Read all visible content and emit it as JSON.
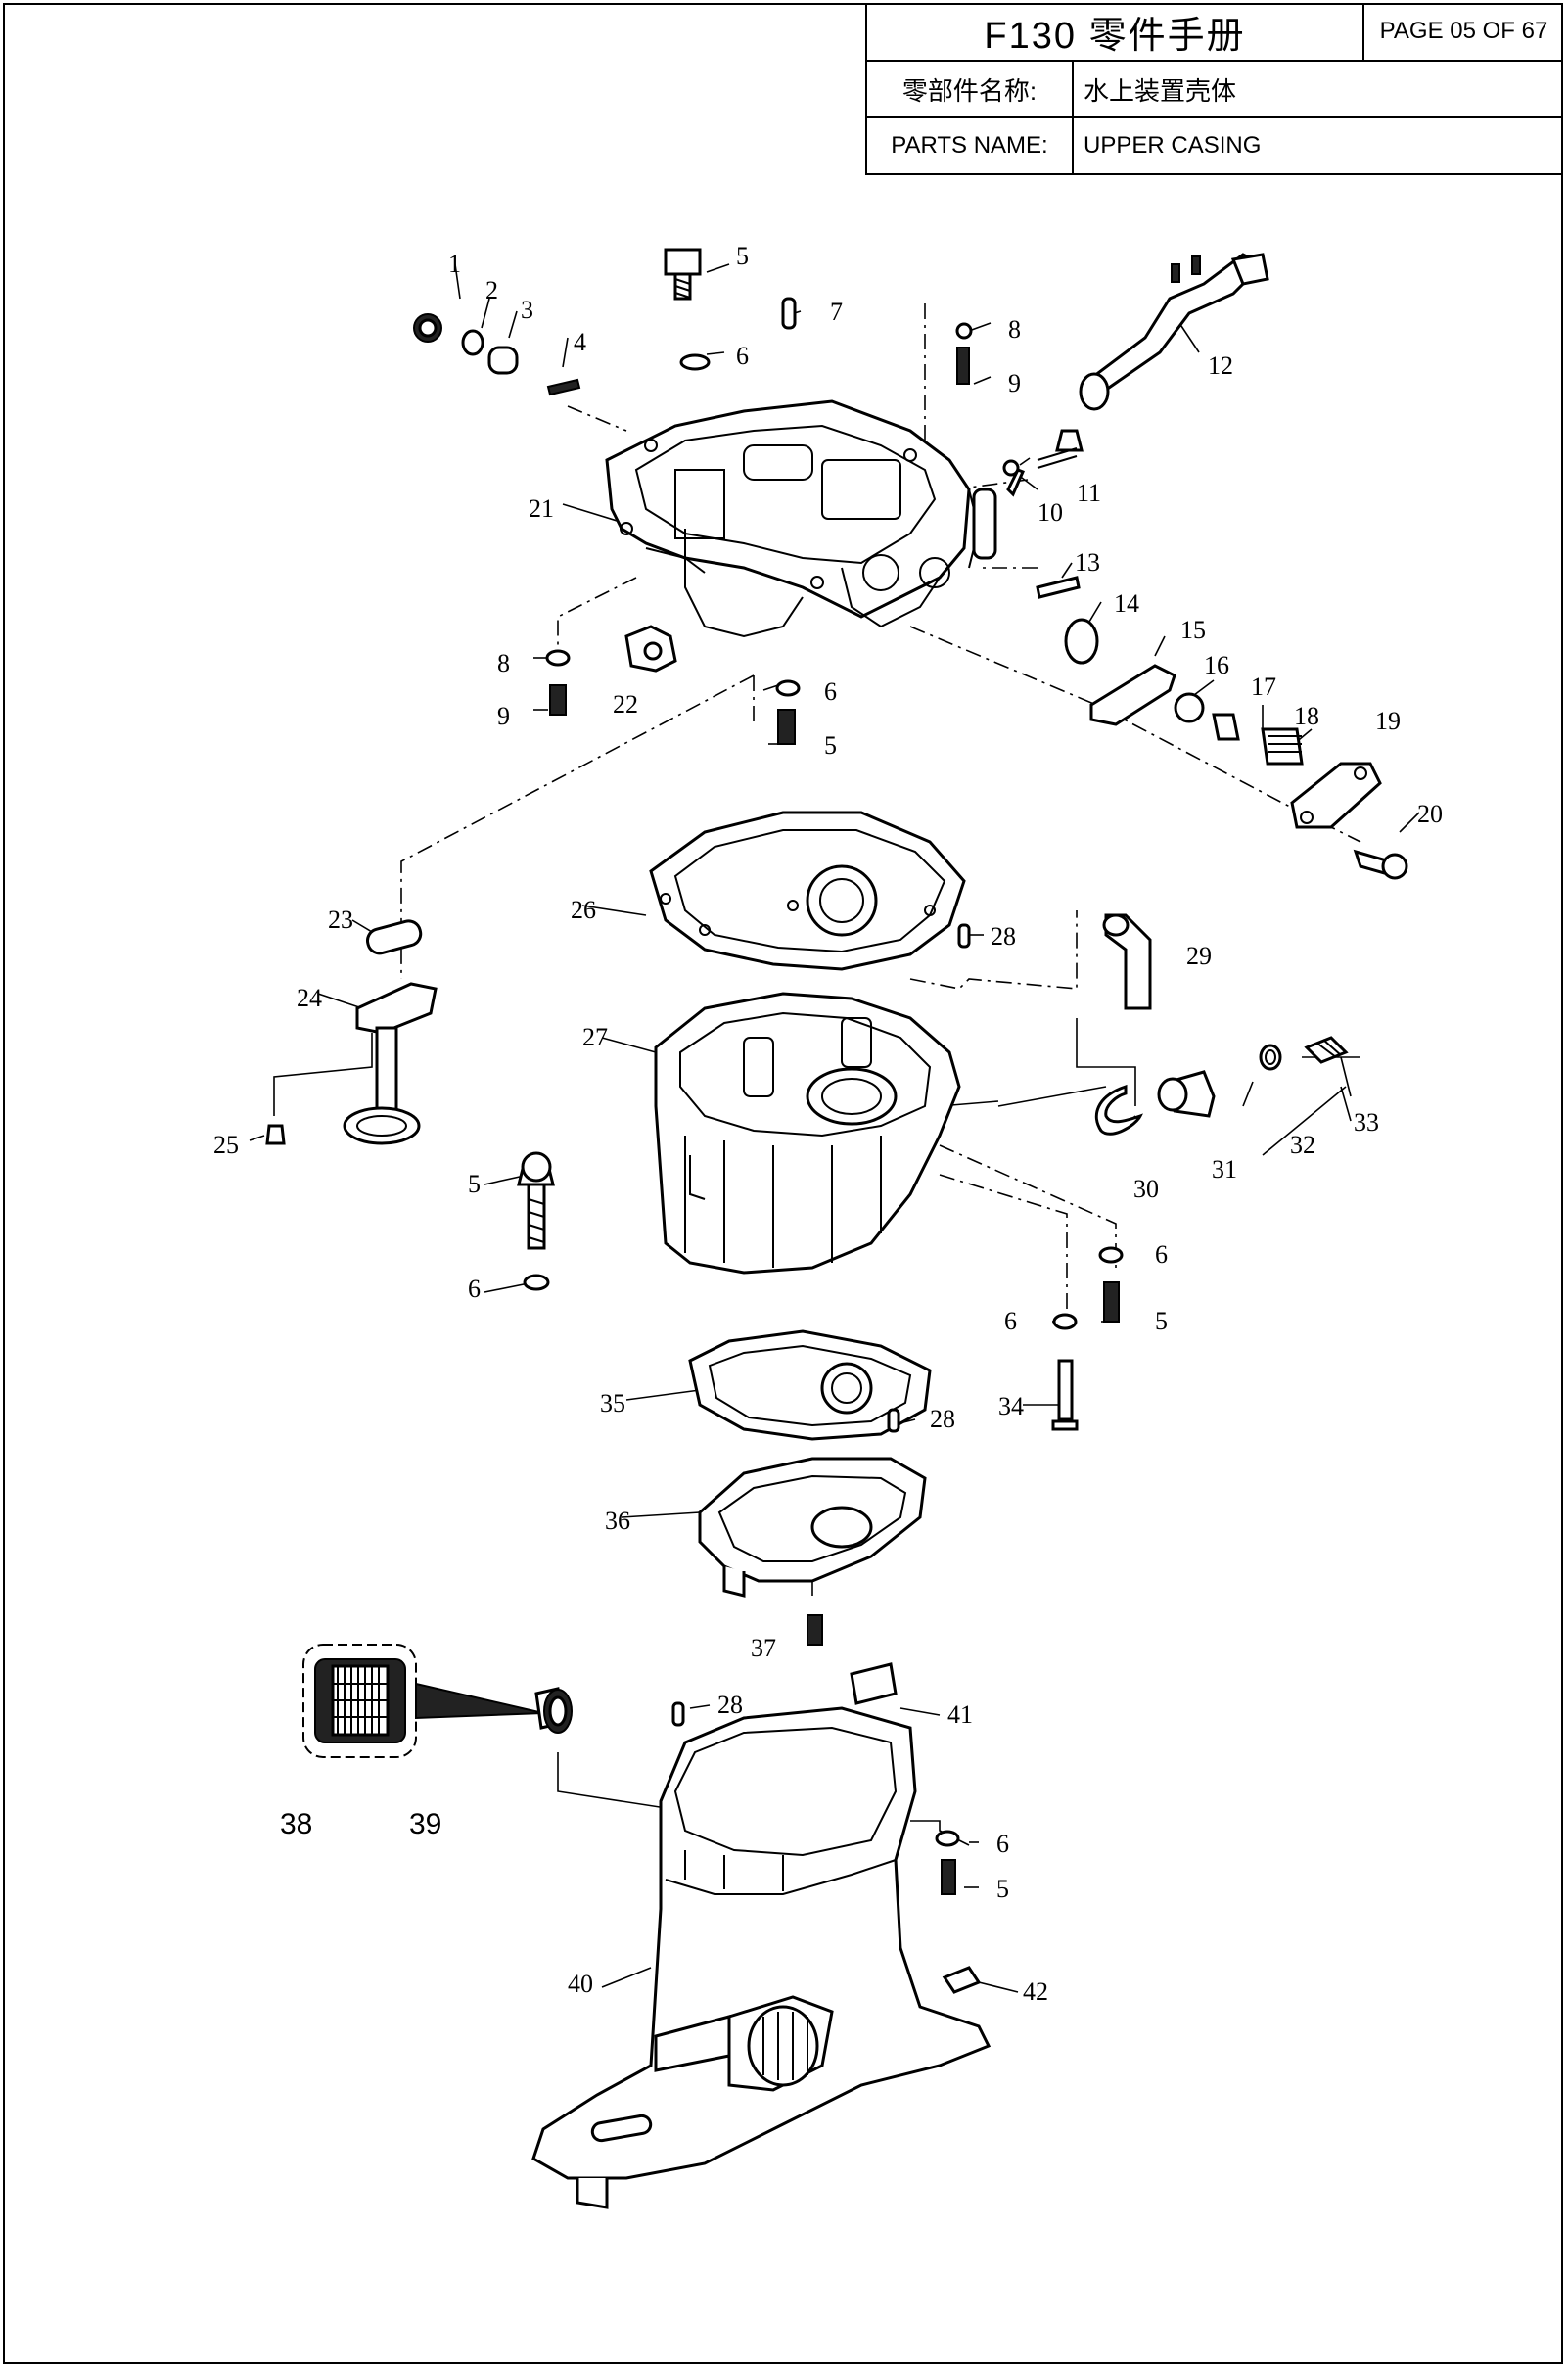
{
  "header": {
    "title": "F130 零件手册",
    "page": "PAGE 05 OF 67",
    "cn_label": "零部件名称:",
    "cn_value": "水上装置壳体",
    "en_label": "PARTS NAME:",
    "en_value": "UPPER CASING"
  },
  "callouts": [
    {
      "id": "c1",
      "text": "1"
    },
    {
      "id": "c2",
      "text": "2"
    },
    {
      "id": "c3",
      "text": "3"
    },
    {
      "id": "c4",
      "text": "4"
    },
    {
      "id": "c5a",
      "text": "5"
    },
    {
      "id": "c6a",
      "text": "6"
    },
    {
      "id": "c7",
      "text": "7"
    },
    {
      "id": "c8a",
      "text": "8"
    },
    {
      "id": "c9a",
      "text": "9"
    },
    {
      "id": "c10",
      "text": "10"
    },
    {
      "id": "c11",
      "text": "11"
    },
    {
      "id": "c12",
      "text": "12"
    },
    {
      "id": "c13",
      "text": "13"
    },
    {
      "id": "c14",
      "text": "14"
    },
    {
      "id": "c15",
      "text": "15"
    },
    {
      "id": "c16",
      "text": "16"
    },
    {
      "id": "c17",
      "text": "17"
    },
    {
      "id": "c18",
      "text": "18"
    },
    {
      "id": "c19",
      "text": "19"
    },
    {
      "id": "c20",
      "text": "20"
    },
    {
      "id": "c21",
      "text": "21"
    },
    {
      "id": "c8b",
      "text": "8"
    },
    {
      "id": "c9b",
      "text": "9"
    },
    {
      "id": "c22",
      "text": "22"
    },
    {
      "id": "c6b",
      "text": "6"
    },
    {
      "id": "c5b",
      "text": "5"
    },
    {
      "id": "c23",
      "text": "23"
    },
    {
      "id": "c24",
      "text": "24"
    },
    {
      "id": "c25",
      "text": "25"
    },
    {
      "id": "c26",
      "text": "26"
    },
    {
      "id": "c27",
      "text": "27"
    },
    {
      "id": "c28a",
      "text": "28"
    },
    {
      "id": "c29",
      "text": "29"
    },
    {
      "id": "c30",
      "text": "30"
    },
    {
      "id": "c31",
      "text": "31"
    },
    {
      "id": "c32",
      "text": "32"
    },
    {
      "id": "c33",
      "text": "33"
    },
    {
      "id": "c5c",
      "text": "5"
    },
    {
      "id": "c6c",
      "text": "6"
    },
    {
      "id": "c6d",
      "text": "6"
    },
    {
      "id": "c5d",
      "text": "5"
    },
    {
      "id": "c6e",
      "text": "6"
    },
    {
      "id": "c34",
      "text": "34"
    },
    {
      "id": "c35",
      "text": "35"
    },
    {
      "id": "c28b",
      "text": "28"
    },
    {
      "id": "c36",
      "text": "36"
    },
    {
      "id": "c37",
      "text": "37"
    },
    {
      "id": "c28c",
      "text": "28"
    },
    {
      "id": "c41",
      "text": "41"
    },
    {
      "id": "c38",
      "text": "38"
    },
    {
      "id": "c39",
      "text": "39"
    },
    {
      "id": "c6f",
      "text": "6"
    },
    {
      "id": "c5e",
      "text": "5"
    },
    {
      "id": "c40",
      "text": "40"
    },
    {
      "id": "c42",
      "text": "42"
    }
  ]
}
